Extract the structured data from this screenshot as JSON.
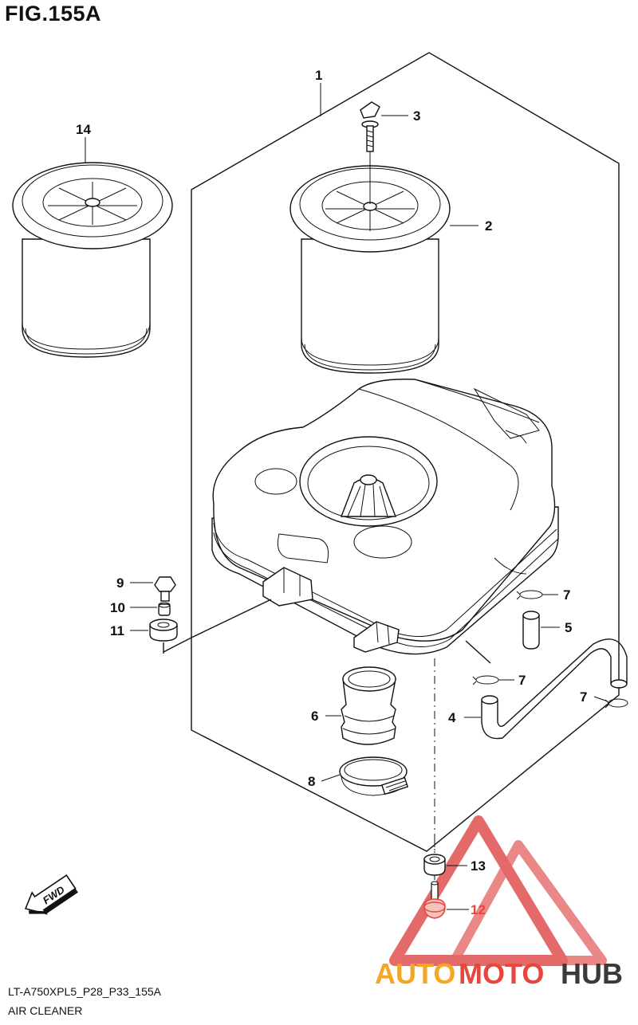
{
  "figure": {
    "title": "FIG.155A",
    "code": "LT-A750XPL5_P28_P33_155A",
    "name": "AIR CLEANER"
  },
  "callouts": [
    "1",
    "2",
    "3",
    "4",
    "5",
    "6",
    "7",
    "7",
    "7",
    "8",
    "9",
    "10",
    "11",
    "12",
    "13",
    "14"
  ],
  "direction_arrow": {
    "label": "FWD",
    "icon": "fwd-arrow-icon"
  },
  "watermark": {
    "text_parts": [
      "AUTO",
      "MOTO",
      "HUB"
    ],
    "colors": {
      "auto": "#f5a623",
      "moto": "#e8453c",
      "hub": "#3a3a3a",
      "logo": "#e05050"
    }
  },
  "colors": {
    "highlight_part": "#e8453c",
    "line": "#111111"
  }
}
